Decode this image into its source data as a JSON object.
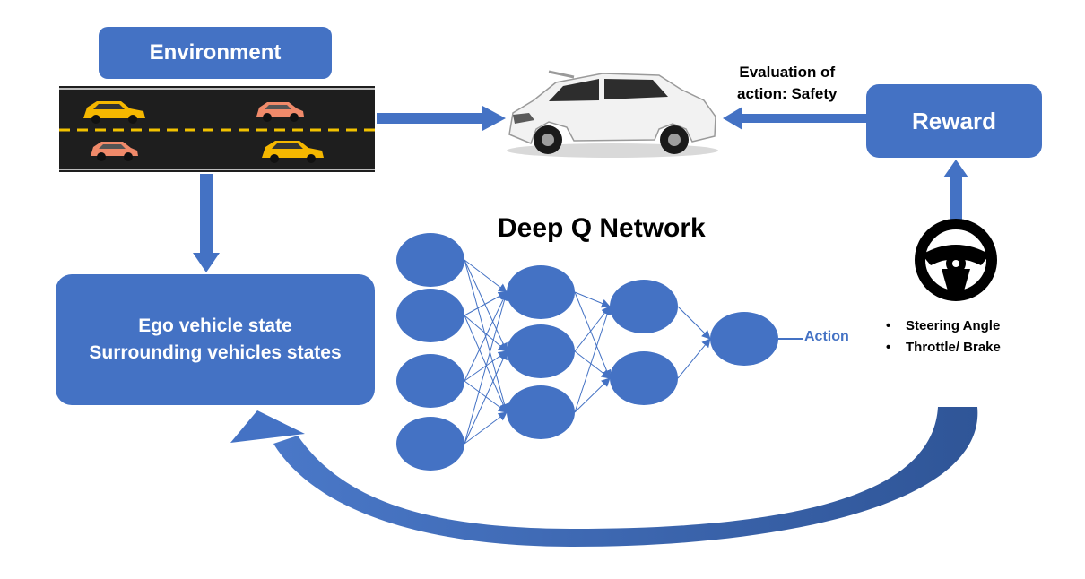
{
  "environment": {
    "label": "Environment"
  },
  "reward": {
    "label": "Reward"
  },
  "evaluation": {
    "line1": "Evaluation of",
    "line2": "action: Safety"
  },
  "state": {
    "line1": "Ego vehicle state",
    "line2": "Surrounding vehicles states"
  },
  "network": {
    "title": "Deep Q Network",
    "layers": [
      4,
      3,
      2,
      1
    ]
  },
  "action": {
    "label": "Action"
  },
  "controls": {
    "items": [
      "Steering Angle",
      "Throttle/ Brake"
    ]
  },
  "colors": {
    "accent": "#4472c4",
    "road": "#1e1e1e",
    "lane_marking": "#f2c200",
    "car_yellow": "#f5b700",
    "car_orange": "#f08a6a",
    "ego_car": "#f2f2f2",
    "wheel": "#000000"
  },
  "icons": [
    "road-scene",
    "ego-car-icon",
    "steering-wheel-icon"
  ]
}
